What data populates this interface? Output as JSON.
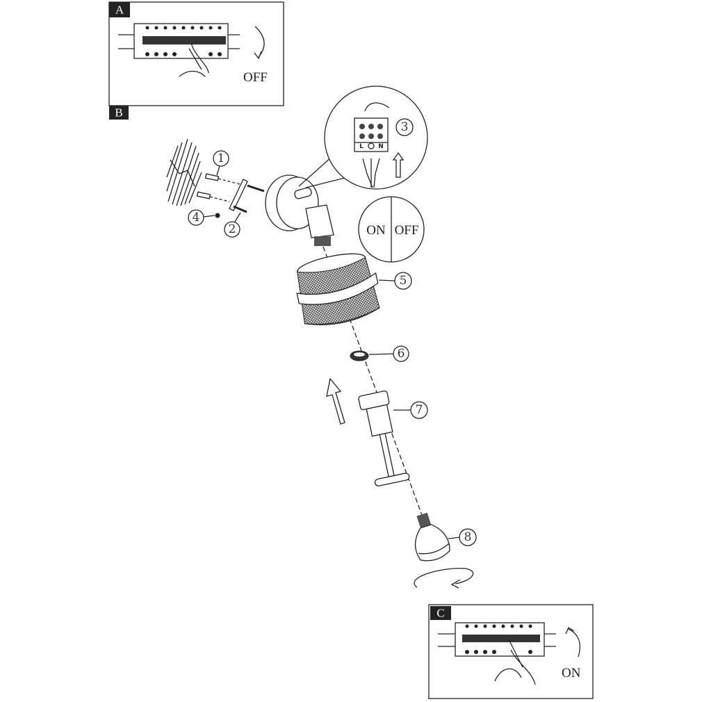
{
  "steps": {
    "a": "A",
    "b": "B",
    "c": "C"
  },
  "panel_a": {
    "state": "OFF"
  },
  "panel_c": {
    "state": "ON"
  },
  "switch": {
    "on": "ON",
    "off": "OFF"
  },
  "terminal": {
    "live": "L",
    "neutral": "N"
  },
  "parts": [
    "1",
    "2",
    "3",
    "4",
    "5",
    "6",
    "7",
    "8"
  ]
}
